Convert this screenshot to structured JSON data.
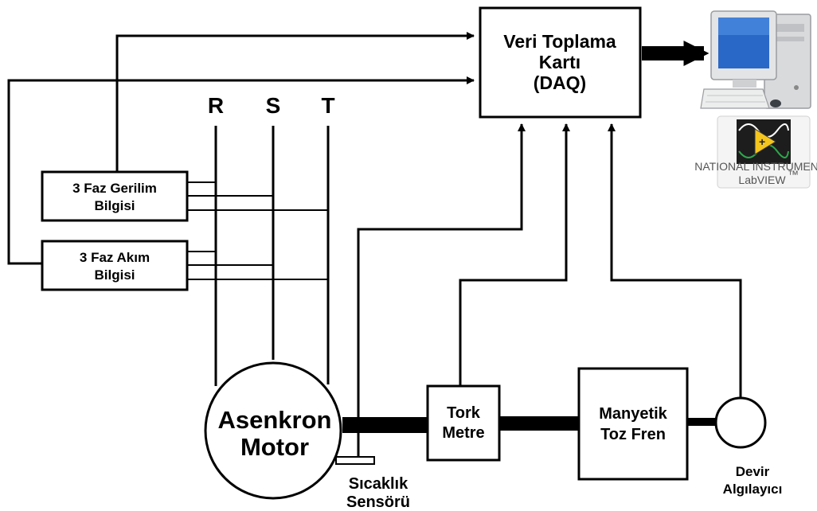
{
  "daq": {
    "line1": "Veri Toplama",
    "line2": "Kartı",
    "line3": "(DAQ)"
  },
  "phases": {
    "r": "R",
    "s": "S",
    "t": "T"
  },
  "voltage_box": {
    "line1": "3 Faz Gerilim",
    "line2": "Bilgisi"
  },
  "current_box": {
    "line1": "3 Faz Akım",
    "line2": "Bilgisi"
  },
  "motor": {
    "line1": "Asenkron",
    "line2": "Motor"
  },
  "temp_sensor": {
    "line1": "Sıcaklık",
    "line2": "Sensörü"
  },
  "torque_meter": {
    "line1": "Tork",
    "line2": "Metre"
  },
  "brake": {
    "line1": "Manyetik",
    "line2": "Toz Fren"
  },
  "speed_sensor": {
    "line1": "Devir",
    "line2": "Algılayıcı"
  },
  "labview_logo": {
    "text": "LabVIEW",
    "tm": "™",
    "brand": "NATIONAL INSTRUMENTS"
  },
  "icons": {
    "computer": "computer-icon",
    "labview": "labview-logo-icon"
  }
}
